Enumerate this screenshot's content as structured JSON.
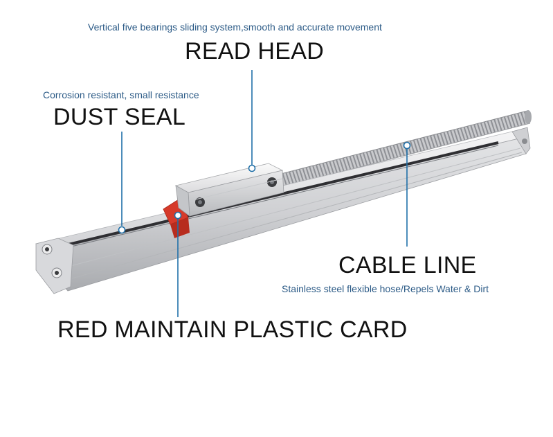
{
  "labels": {
    "read_head": {
      "title": "READ HEAD",
      "description": "Vertical five bearings sliding system,smooth and accurate movement"
    },
    "dust_seal": {
      "title": "DUST SEAL",
      "description": "Corrosion resistant, small resistance"
    },
    "cable_line": {
      "title": "CABLE LINE",
      "description": "Stainless steel flexible hose/Repels Water & Dirt"
    },
    "red_card": {
      "title": "RED MAINTAIN PLASTIC CARD"
    }
  },
  "colors": {
    "description_text": "#2b5a86",
    "title_text": "#111111",
    "leader_line": "#1f6fa8",
    "plastic_card": "#d63a2a",
    "aluminum_body": "#d9dadc"
  }
}
